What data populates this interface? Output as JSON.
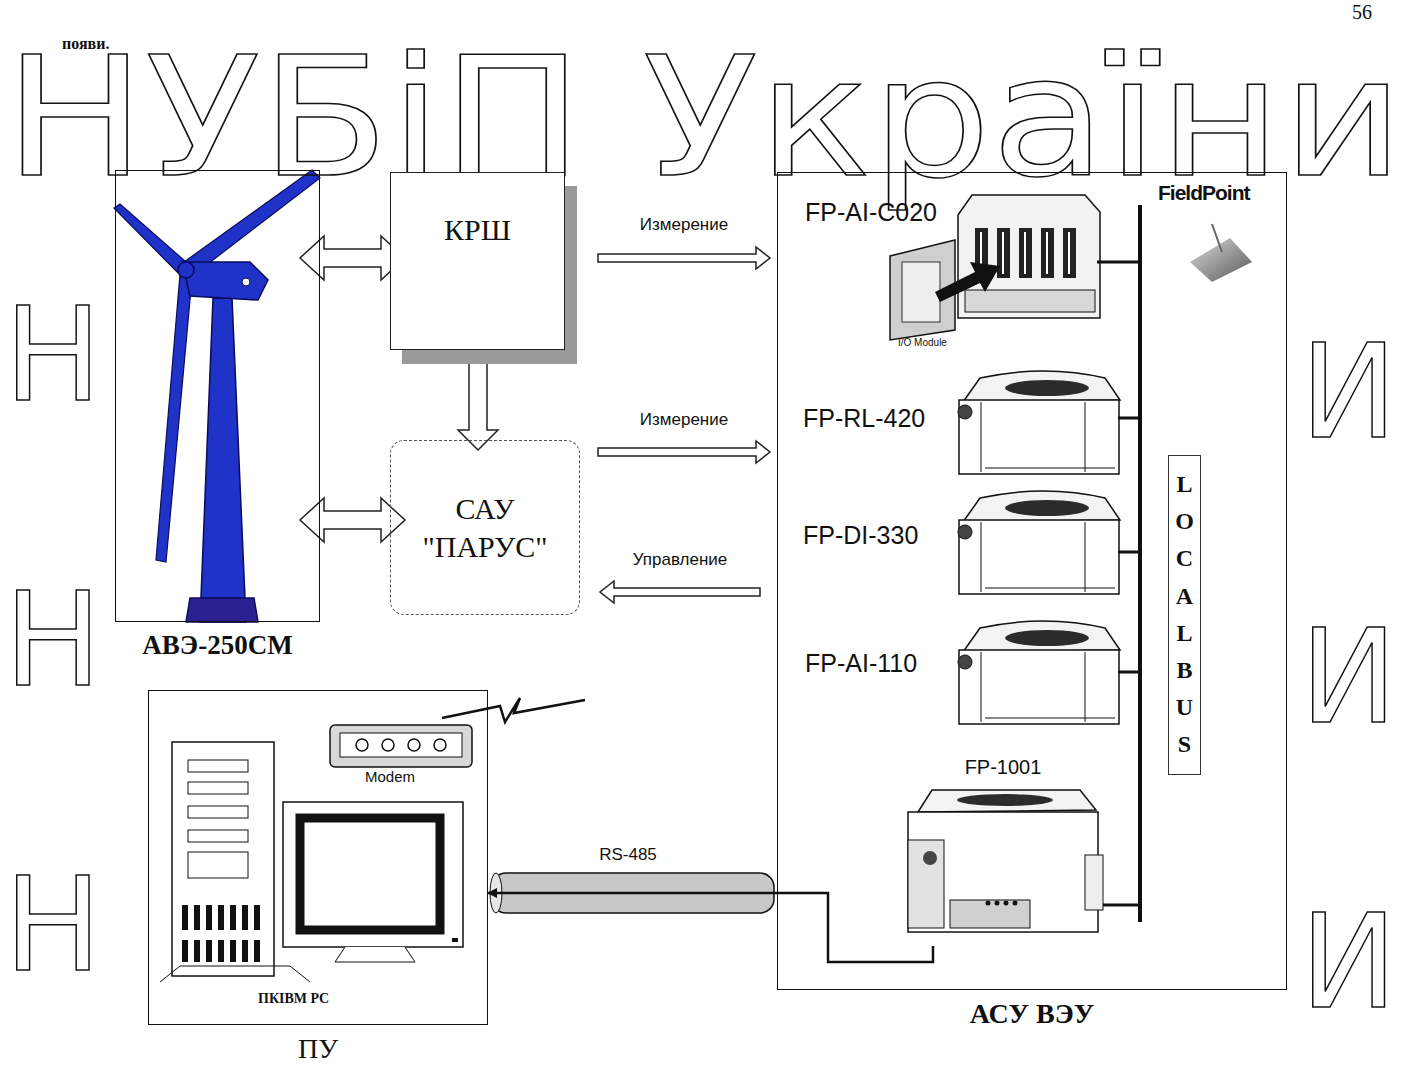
{
  "diagram": {
    "nodes": [
      {
        "text": [
          "АВЭ-250СМ"
        ]
      },
      {
        "text": [
          "КРШ"
        ]
      },
      {
        "text": [
          "САУ \"ПАРУС\""
        ]
      },
      {
        "text": [
          "АСУ ВЭУ"
        ]
      },
      {
        "text": [
          "FP-AI-C020"
        ],
        "in": 3
      },
      {
        "text": [
          "FP-RL-420"
        ],
        "in": 3
      },
      {
        "text": [
          "FP-DI-330"
        ],
        "in": 3
      },
      {
        "text": [
          "FP-AI-110"
        ],
        "in": 3
      },
      {
        "text": [
          "FP-1001"
        ],
        "in": 3
      },
      {
        "text": [
          "LOCAL BUS"
        ],
        "in": 3
      },
      {
        "text": [
          "ПУ"
        ]
      }
    ],
    "edges": [
      {
        "from": 0,
        "to": 1,
        "arrow": "both"
      },
      {
        "from": 0,
        "to": 2,
        "arrow": "both"
      },
      {
        "from": 1,
        "to": 2,
        "arrow": "both"
      },
      {
        "from": 1,
        "to": 3,
        "label": "Измерение",
        "arrow": "to"
      },
      {
        "from": 2,
        "to": 3,
        "label": "Измерение",
        "arrow": "to"
      },
      {
        "from": 3,
        "to": 2,
        "label": "Управление",
        "arrow": "to"
      },
      {
        "from": 8,
        "to": 10,
        "label": "RS-485",
        "arrow": "to"
      }
    ],
    "labels": [
      "НУБіП України",
      "появи.",
      "56",
      "Н",
      "Н",
      "Н",
      "И",
      "И",
      "И",
      "FieldPoint",
      "I/O Module",
      "Modem",
      "ПКIBM PC"
    ]
  }
}
